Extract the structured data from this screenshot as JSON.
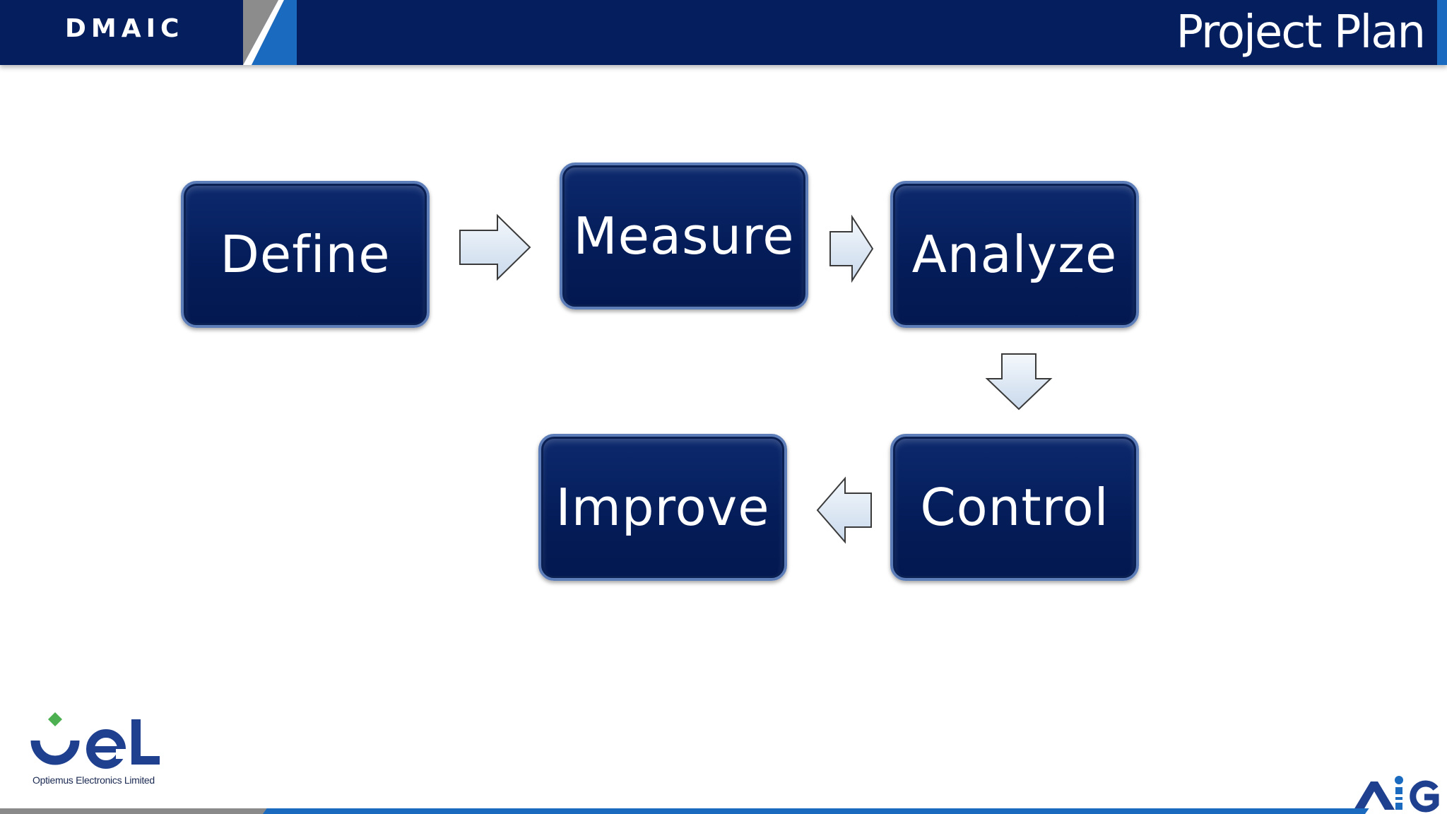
{
  "header": {
    "tag": "DMAIC",
    "title": "Project Plan"
  },
  "diagram": {
    "steps": [
      {
        "id": "define",
        "label": "Define"
      },
      {
        "id": "measure",
        "label": "Measure"
      },
      {
        "id": "analyze",
        "label": "Analyze"
      },
      {
        "id": "control",
        "label": "Control"
      },
      {
        "id": "improve",
        "label": "Improve"
      }
    ],
    "flow": [
      "Define",
      "Measure",
      "Analyze",
      "Control",
      "Improve"
    ],
    "arrow_icon": "block-arrow-icon"
  },
  "footer": {
    "left_logo_text": "OEL",
    "left_logo_caption": "Optiemus Electronics Limited",
    "right_logo_text": "AIG"
  },
  "colors": {
    "header_navy": "#041e5e",
    "box_navy": "#041c58",
    "accent_blue": "#1a6ac0",
    "logo_green": "#4caf50",
    "arrow_fill": "#dbe6f3"
  }
}
